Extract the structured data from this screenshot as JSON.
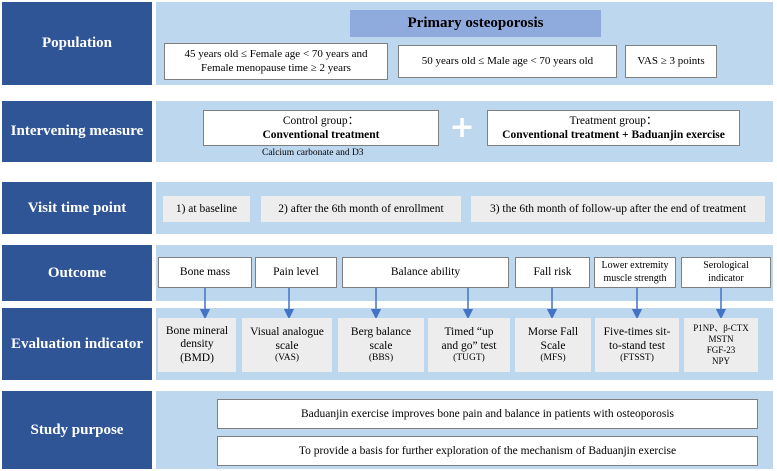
{
  "rows": {
    "population": "Population",
    "intervening": "Intervening measure",
    "visit": "Visit time point",
    "outcome": "Outcome",
    "evaluation": "Evaluation indicator",
    "purpose": "Study purpose"
  },
  "population": {
    "title": "Primary osteoporosis",
    "female_line1": "45 years old ≤ Female age < 70 years and",
    "female_line2": "Female menopause time ≥ 2 years",
    "male": "50 years old ≤ Male age  < 70 years old",
    "vas": "VAS ≥ 3 points"
  },
  "intervening": {
    "control_label": "Control group：",
    "control_treatment": "Conventional treatment",
    "control_note": "Calcium carbonate and D3",
    "plus": "+",
    "treatment_label": "Treatment group：",
    "treatment_treatment": "Conventional treatment + Baduanjin exercise"
  },
  "visit": {
    "t1": "1) at baseline",
    "t2": "2) after the 6th month of enrollment",
    "t3": "3) the 6th month of follow-up after the end of treatment"
  },
  "outcome": {
    "bone_mass": "Bone mass",
    "pain_level": "Pain level",
    "balance": "Balance ability",
    "fall_risk": "Fall risk",
    "lower_line1": "Lower extremity",
    "lower_line2": "muscle strength",
    "sero_line1": "Serological",
    "sero_line2": "indicator"
  },
  "indicators": {
    "bmd_1": "Bone mineral",
    "bmd_2": "density",
    "bmd_3": "(BMD)",
    "vas_1": "Visual analogue",
    "vas_2": "scale",
    "vas_3": "(VAS)",
    "bbs_1": "Berg balance",
    "bbs_2": "scale",
    "bbs_3": "(BBS)",
    "tugt_1": "Timed “up",
    "tugt_2": "and go” test",
    "tugt_3": "(TUGT)",
    "mfs_1": "Morse Fall",
    "mfs_2": "Scale",
    "mfs_3": "(MFS)",
    "ftsst_1": "Five-times sit-",
    "ftsst_2": "to-stand test",
    "ftsst_3": "(FTSST)",
    "ser_1": "P1NP、β-CTX",
    "ser_2": "MSTN",
    "ser_3": "FGF-23",
    "ser_4": "NPY"
  },
  "purpose": {
    "p1": "Baduanjin exercise improves bone pain and balance in patients with osteoporosis",
    "p2": "To provide a basis for further exploration of the mechanism of Baduanjin exercise"
  },
  "colors": {
    "label_bg": "#2f5597",
    "band_bg": "#bdd7ee",
    "title_bg": "#8faadc",
    "arrow": "#4472c4",
    "cell_bg": "#ededed"
  }
}
